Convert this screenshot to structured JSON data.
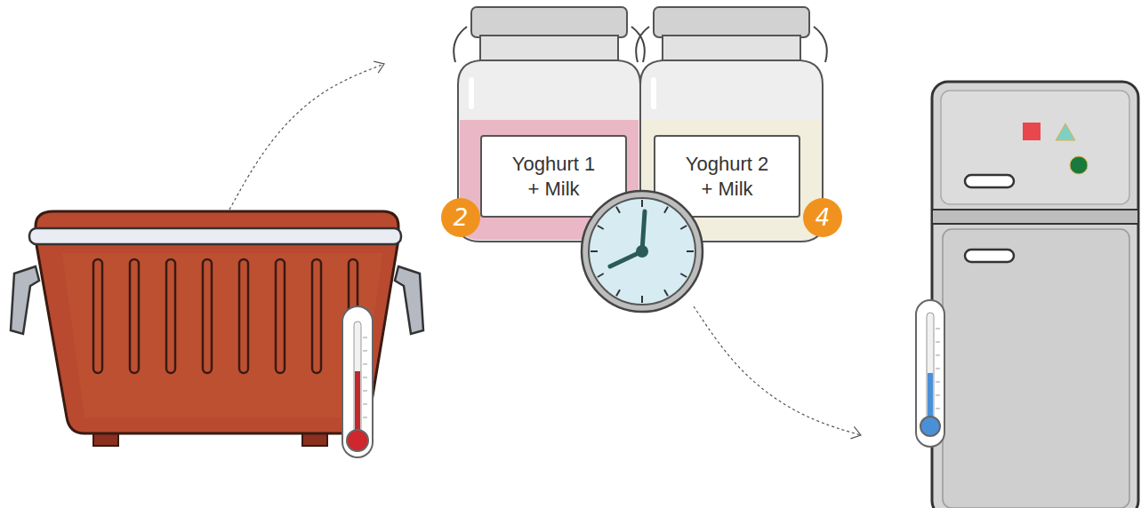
{
  "diagram": {
    "nodes": [
      {
        "text": [
          "Yoghurt 1 + Milk"
        ]
      },
      {
        "text": [
          "Yoghurt 2 + Milk"
        ]
      }
    ],
    "labels": [
      "2",
      "4"
    ]
  }
}
